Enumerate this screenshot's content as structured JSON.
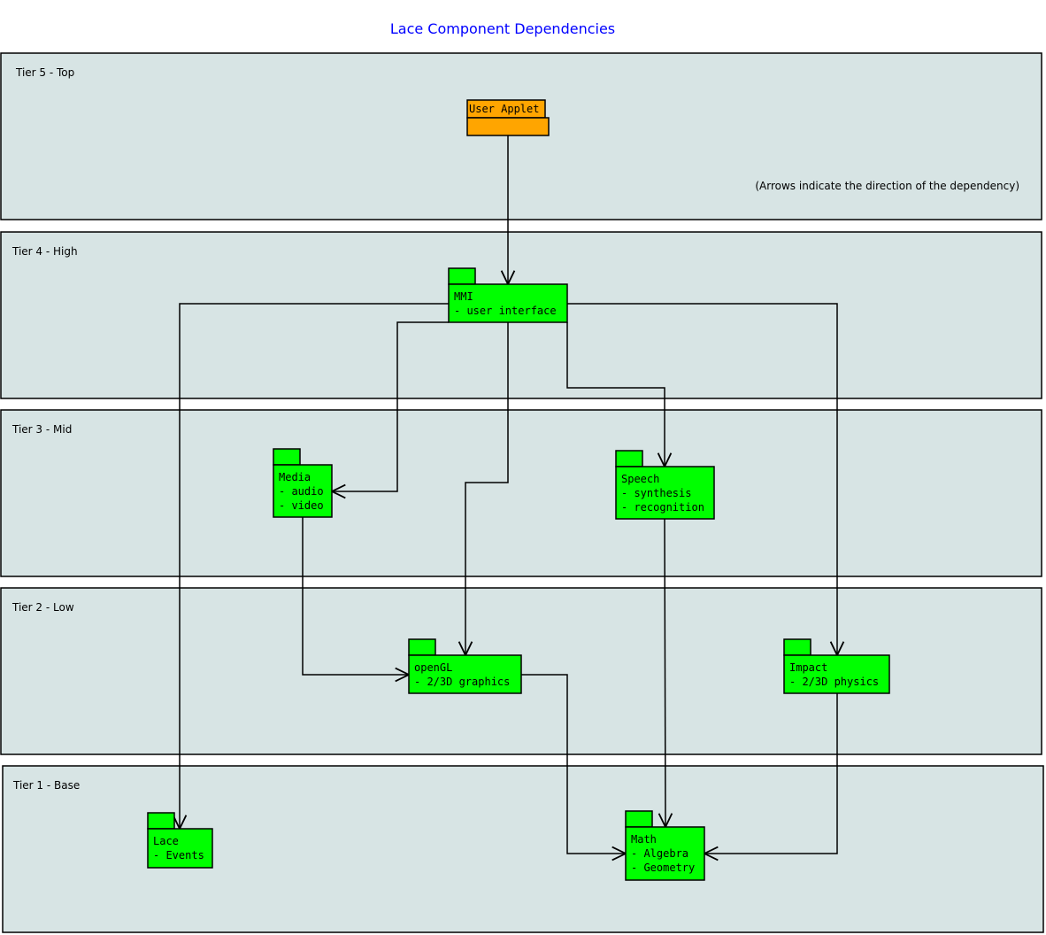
{
  "title": "Lace Component Dependencies",
  "note": "(Arrows indicate the direction of the dependency)",
  "colors": {
    "title": "#0000ff",
    "tier_fill": "#d7e4e4",
    "package": "#00ff00",
    "applet": "#ffa500"
  },
  "tiers": [
    {
      "id": "t5",
      "label": "Tier 5 - Top"
    },
    {
      "id": "t4",
      "label": "Tier 4 - High"
    },
    {
      "id": "t3",
      "label": "Tier 3 - Mid"
    },
    {
      "id": "t2",
      "label": "Tier 2 - Low"
    },
    {
      "id": "t1",
      "label": "Tier 1 - Base"
    }
  ],
  "packages": [
    {
      "id": "applet",
      "tab_label": "User Applet",
      "lines": []
    },
    {
      "id": "mmi",
      "lines": [
        "MMI",
        "- user interface"
      ]
    },
    {
      "id": "media",
      "lines": [
        "Media",
        "- audio",
        "- video"
      ]
    },
    {
      "id": "speech",
      "lines": [
        "Speech",
        "- synthesis",
        "- recognition"
      ]
    },
    {
      "id": "opengl",
      "lines": [
        "openGL",
        "- 2/3D graphics"
      ]
    },
    {
      "id": "impact",
      "lines": [
        "Impact",
        "- 2/3D physics"
      ]
    },
    {
      "id": "lace",
      "lines": [
        "Lace",
        "- Events"
      ]
    },
    {
      "id": "math",
      "lines": [
        "Math",
        "- Algebra",
        "- Geometry"
      ]
    }
  ],
  "dependencies": [
    {
      "from": "applet",
      "to": "mmi"
    },
    {
      "from": "mmi",
      "to": "lace"
    },
    {
      "from": "mmi",
      "to": "media"
    },
    {
      "from": "mmi",
      "to": "opengl"
    },
    {
      "from": "mmi",
      "to": "speech"
    },
    {
      "from": "mmi",
      "to": "impact"
    },
    {
      "from": "media",
      "to": "opengl"
    },
    {
      "from": "opengl",
      "to": "math"
    },
    {
      "from": "speech",
      "to": "math"
    },
    {
      "from": "impact",
      "to": "math"
    }
  ]
}
